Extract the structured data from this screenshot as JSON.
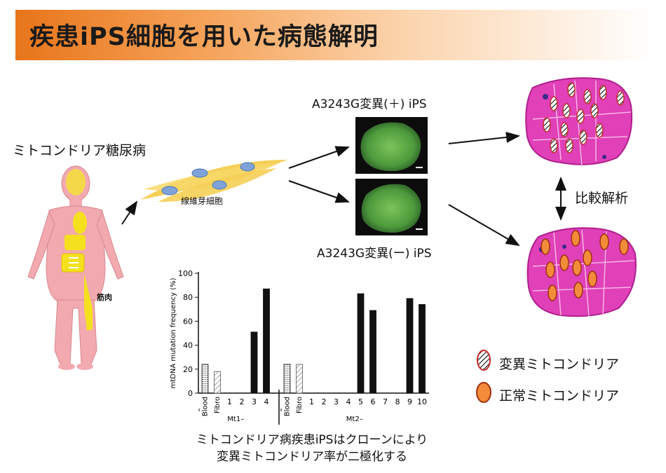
{
  "header": {
    "title": "疾患iPS細胞を用いた病態解明"
  },
  "labels": {
    "patient": "ミトコンドリア糖尿病",
    "fibroblast": "線維芽細胞",
    "muscle": "筋肉",
    "ips_plus": "A3243G変異(＋) iPS",
    "ips_minus": "A3243G変異(ー) iPS",
    "compare": "比較解析",
    "conclusion_line1": "ミトコンドリア病疾患iPSはクローンにより",
    "conclusion_line2": "変異ミトコンドリア率が二極化する"
  },
  "legend": [
    {
      "label": "変異ミトコンドリア",
      "style": "hatched"
    },
    {
      "label": "正常ミトコンドリア",
      "color": "#f28c3a"
    }
  ],
  "colors": {
    "banner": "#e8751a",
    "tissue": "#e040b8",
    "normal_mito": "#f28c3a",
    "fibroblast": "#f5cf55",
    "colony": "#6ab04c"
  },
  "chart_data": {
    "type": "bar",
    "ylabel": "mtDNA mutation frequency (%)",
    "ylim": [
      0,
      100
    ],
    "yticks": [
      0,
      20,
      40,
      60,
      80,
      100
    ],
    "groups": [
      {
        "name": "Mt1–",
        "categories": [
          "Blood",
          "Fibro",
          "1",
          "2",
          "3",
          "4"
        ],
        "values": [
          24,
          18,
          0,
          0,
          51,
          87
        ]
      },
      {
        "name": "Mt2–",
        "categories": [
          "Blood",
          "Fibro",
          "1",
          "2",
          "3",
          "4",
          "5",
          "6",
          "7",
          "8",
          "9",
          "10"
        ],
        "values": [
          24,
          24,
          0,
          0,
          0,
          0,
          83,
          69,
          0,
          0,
          79,
          74
        ]
      }
    ]
  }
}
